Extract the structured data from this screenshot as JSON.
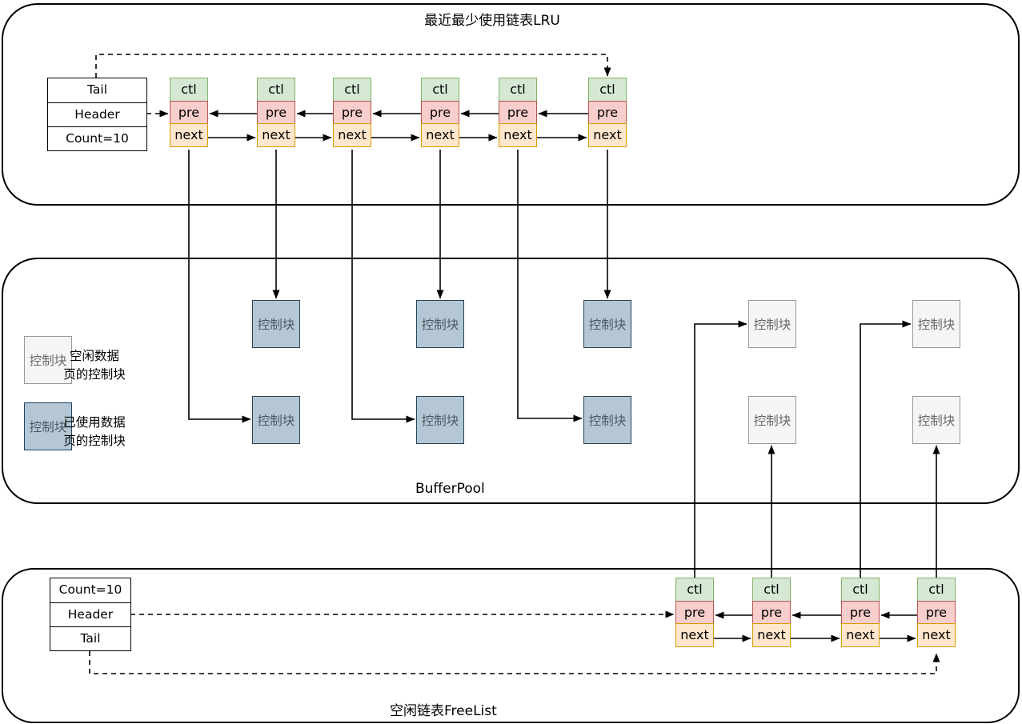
{
  "titles": {
    "lru": "最近最少使用链表LRU",
    "buffer_pool": "BufferPool",
    "free_list": "空闲链表FreeList"
  },
  "lru_header": {
    "rows": [
      "Tail",
      "Header",
      "Count=10"
    ]
  },
  "free_header": {
    "rows": [
      "Count=10",
      "Header",
      "Tail"
    ]
  },
  "cells": {
    "ctl": "ctl",
    "pre": "pre",
    "next": "next"
  },
  "control_block_label": "控制块",
  "legend": {
    "free": {
      "line1": "空闲数据",
      "line2": "页的控制块"
    },
    "used": {
      "line1": "已使用数据",
      "line2": "页的控制块"
    }
  },
  "counts": {
    "lru_nodes": 6,
    "free_nodes": 4,
    "used_blocks": 6,
    "free_blocks": 4
  },
  "colors": {
    "ctl_fill": "#d5e8d4",
    "ctl_border": "#82b366",
    "pre_fill": "#f8cecc",
    "pre_border": "#b85450",
    "next_fill": "#ffe6cc",
    "next_border": "#d79b00",
    "used_block_fill": "#b5c7d4",
    "used_block_border": "#23445c",
    "free_block_fill": "#f5f5f5",
    "free_block_border": "#999999",
    "line": "#000000",
    "background": "#ffffff"
  }
}
